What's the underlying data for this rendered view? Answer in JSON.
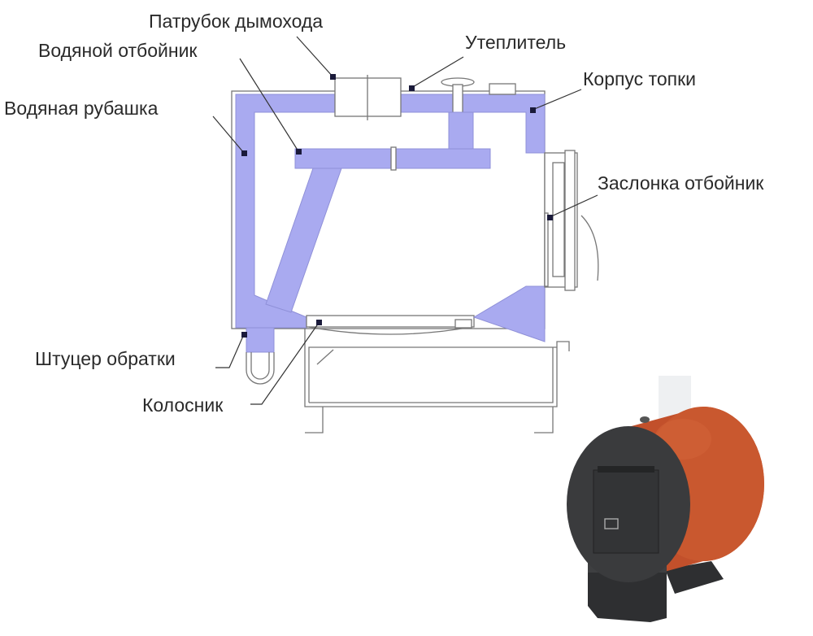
{
  "labels": {
    "flue_pipe": "Патрубок дымохода",
    "water_baffle": "Водяной отбойник",
    "insulation": "Утеплитель",
    "firebox_body": "Корпус топки",
    "water_jacket": "Водяная рубашка",
    "baffle_damper": "Заслонка отбойник",
    "return_fitting": "Штуцер обратки",
    "grate": "Колосник"
  },
  "colors": {
    "water_jacket": "#a9aaf0",
    "boiler_body": "#c2502b",
    "boiler_front": "#3a3b3d"
  }
}
